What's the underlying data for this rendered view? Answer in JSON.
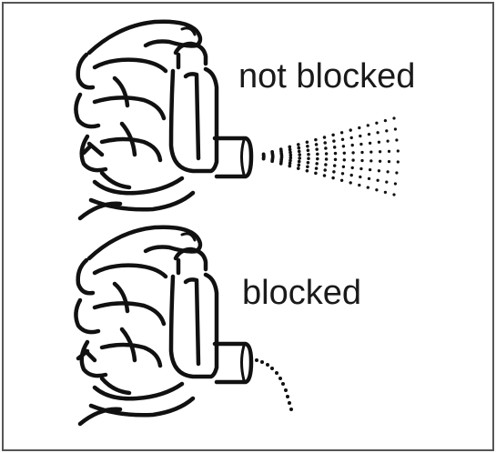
{
  "panels": [
    {
      "id": "top",
      "label": "not blocked"
    },
    {
      "id": "bottom",
      "label": "blocked"
    }
  ],
  "colors": {
    "ink": "#111111",
    "frame": "#555555",
    "background": "#ffffff"
  }
}
